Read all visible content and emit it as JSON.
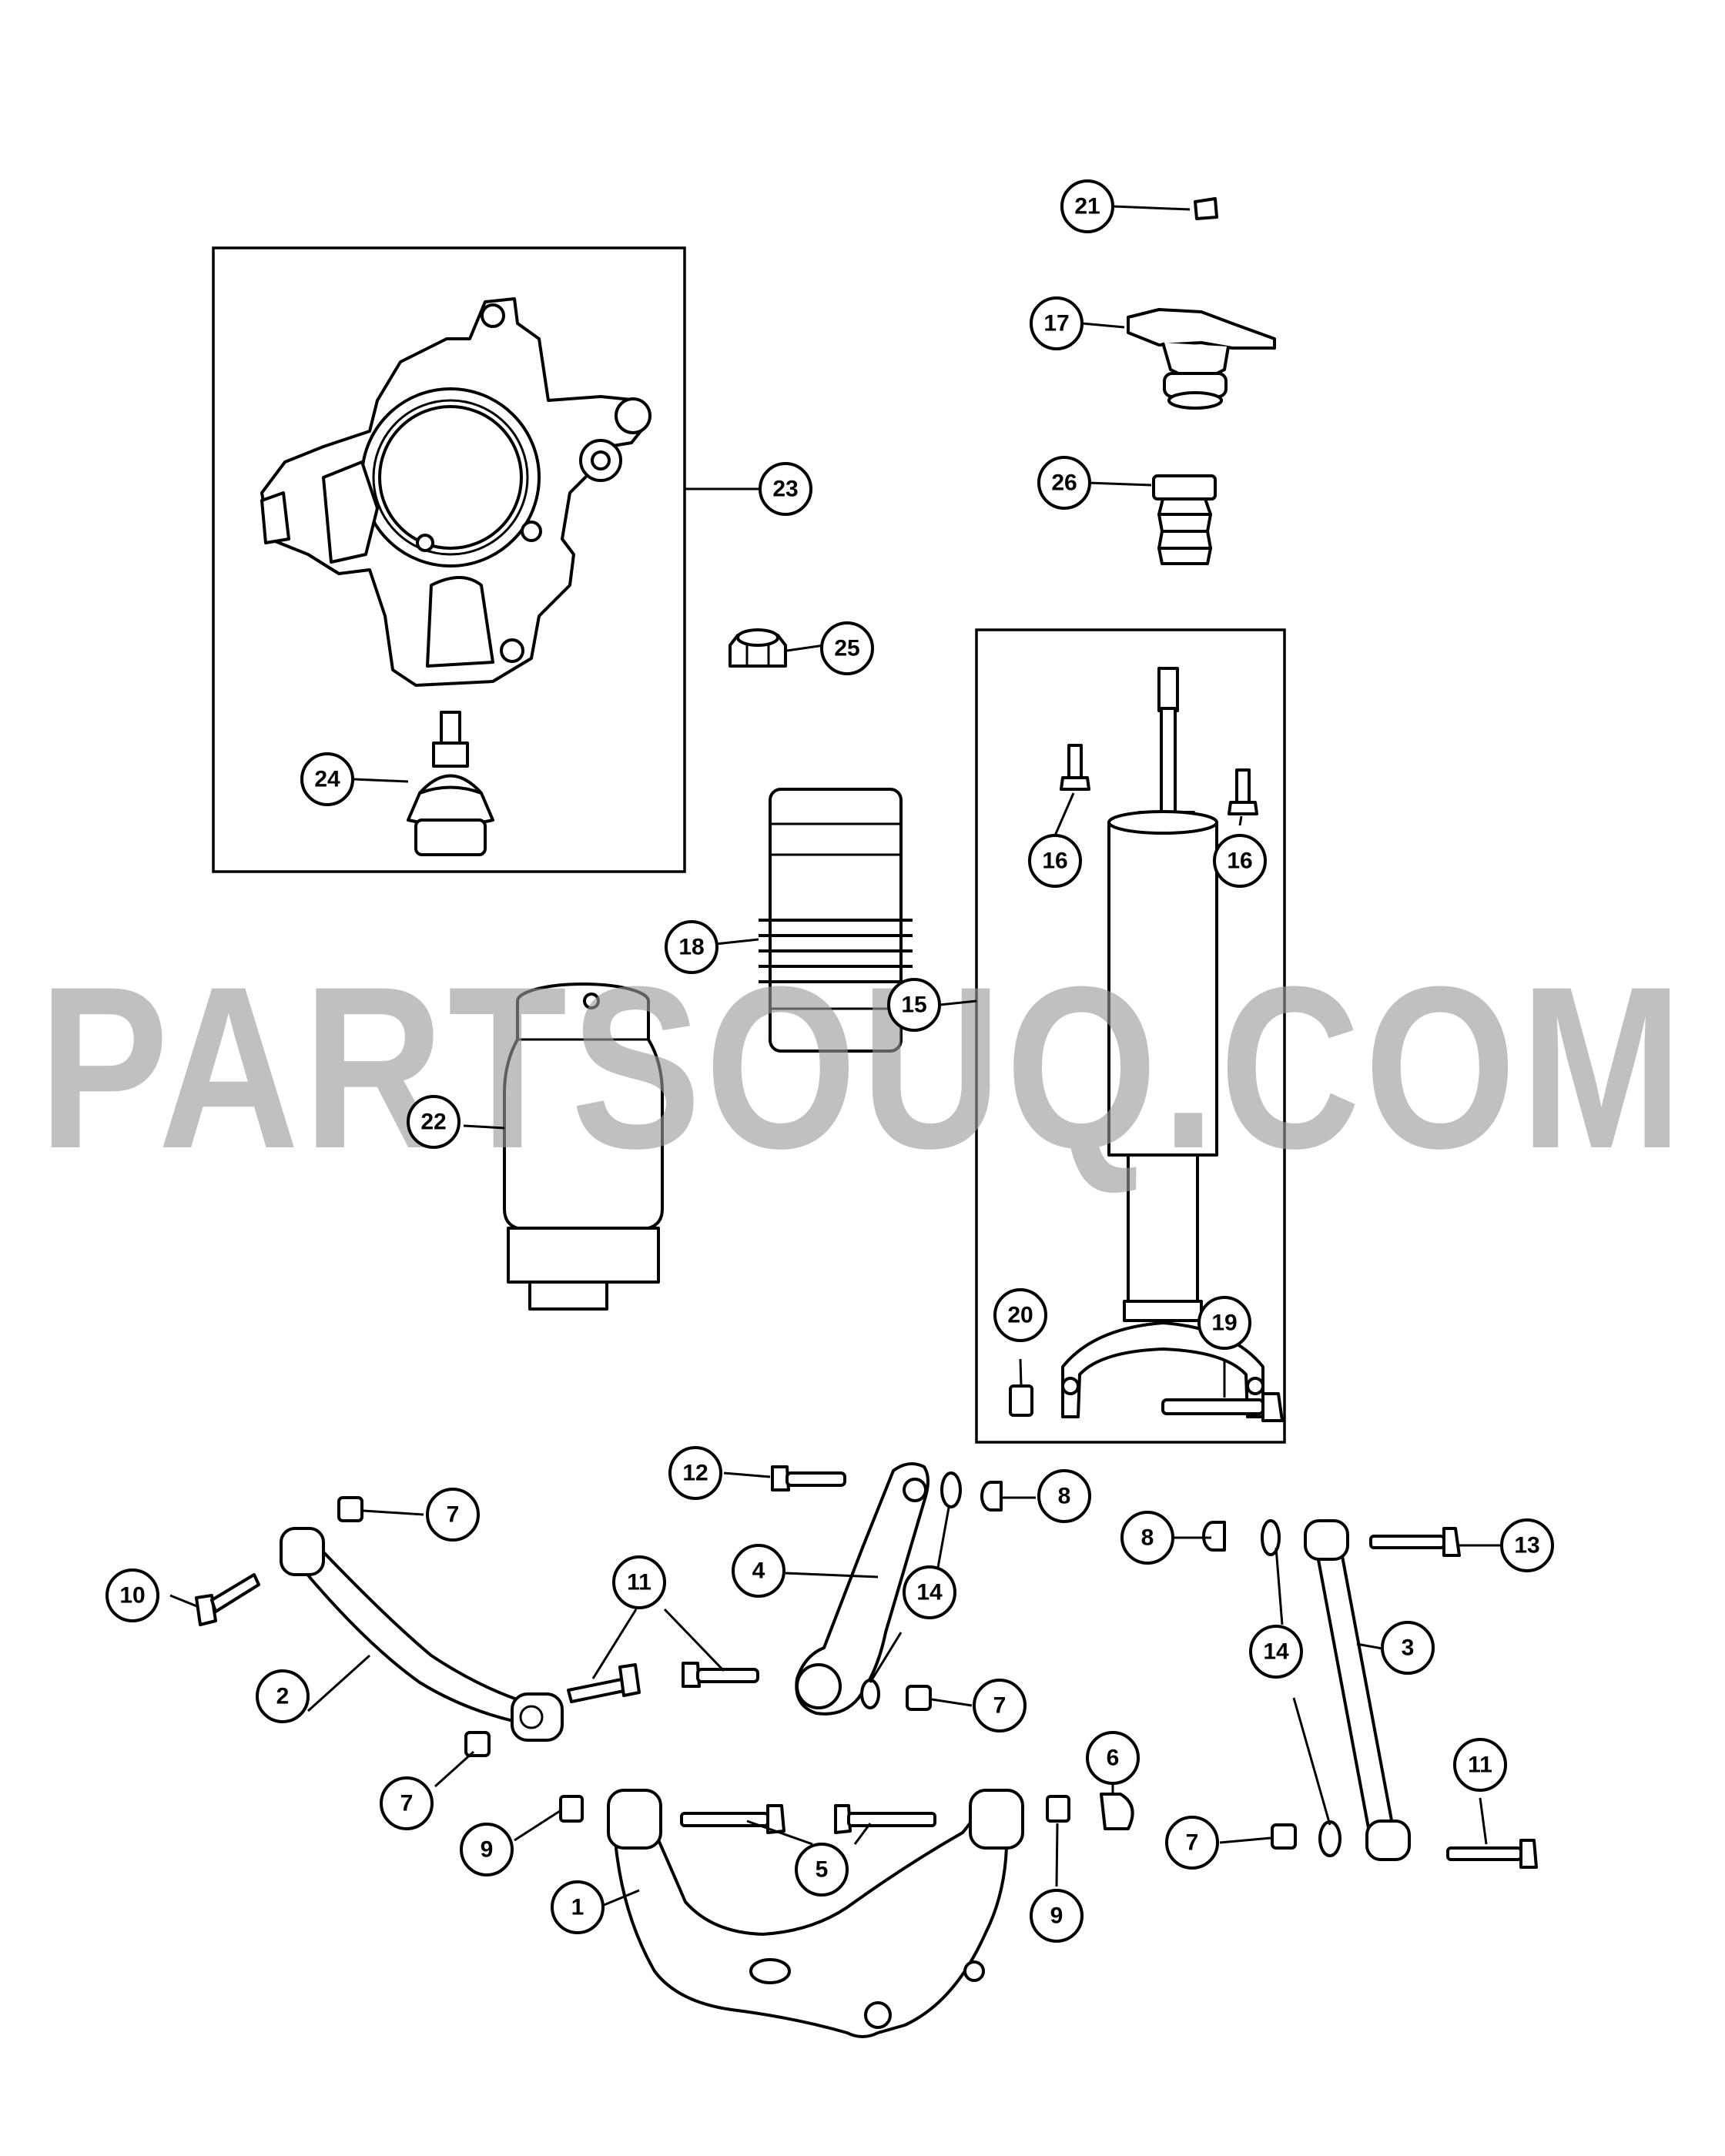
{
  "watermark": "PARTSOUQ.COM",
  "callouts": {
    "c1": "1",
    "c2": "2",
    "c3": "3",
    "c4": "4",
    "c5": "5",
    "c6": "6",
    "c7a": "7",
    "c7b": "7",
    "c7c": "7",
    "c7d": "7",
    "c8a": "8",
    "c8b": "8",
    "c9a": "9",
    "c9b": "9",
    "c10": "10",
    "c11a": "11",
    "c11b": "11",
    "c12": "12",
    "c13": "13",
    "c14a": "14",
    "c14b": "14",
    "c15": "15",
    "c16a": "16",
    "c16b": "16",
    "c17": "17",
    "c18": "18",
    "c19": "19",
    "c20": "20",
    "c21": "21",
    "c22": "22",
    "c23": "23",
    "c24": "24",
    "c25": "25",
    "c26": "26"
  }
}
